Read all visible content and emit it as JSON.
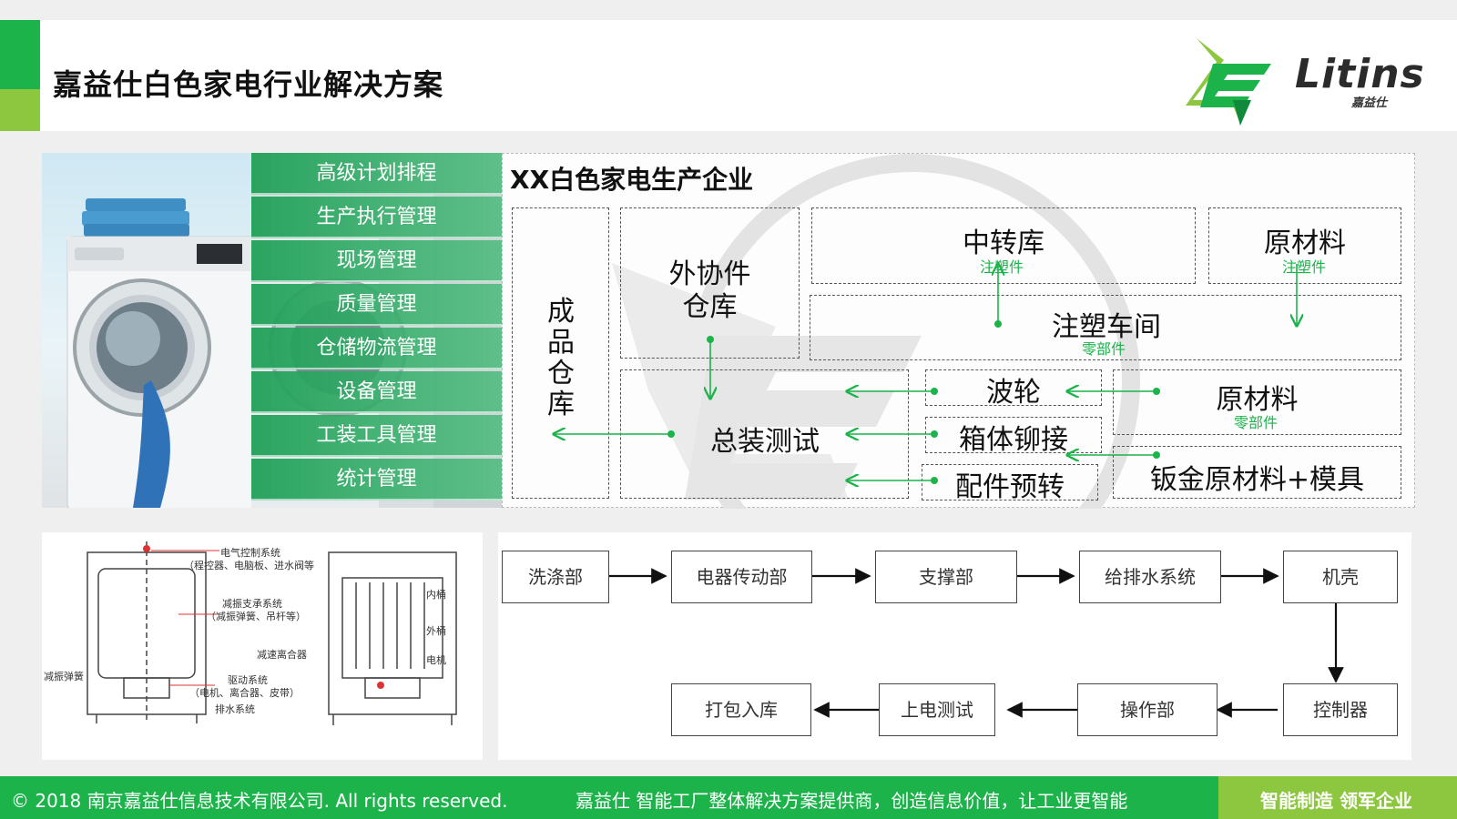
{
  "header": {
    "title": "嘉益仕白色家电行业解决方案"
  },
  "logo": {
    "word": "Litins",
    "sub": "嘉益仕",
    "icon": "litins-logo-icon"
  },
  "menu": {
    "items": [
      "高级计划排程",
      "生产执行管理",
      "现场管理",
      "质量管理",
      "仓储物流管理",
      "设备管理",
      "工装工具管理",
      "统计管理"
    ]
  },
  "diagram": {
    "title": "XX白色家电生产企业",
    "finished_warehouse": "成品仓库",
    "outsource_line1": "外协件",
    "outsource_line2": "仓库",
    "transfer_store": "中转库",
    "transfer_sub": "注塑件",
    "raw_material_top": "原材料",
    "raw_material_top_sub": "注塑件",
    "injection_workshop": "注塑车间",
    "injection_sub": "零部件",
    "assembly_test": "总装测试",
    "impeller": "波轮",
    "cabinet_riveting": "箱体铆接",
    "parts_prerotation": "配件预转",
    "raw_material_mid": "原材料",
    "raw_material_mid_sub": "零部件",
    "sheet_metal": "钣金原材料+模具",
    "arrow_color": "#1bb34a"
  },
  "drawing": {
    "labels": {
      "electrical": "电气控制系统",
      "electrical_sub": "（程控器、电脑板、进水阀等",
      "damping": "减振支承系统",
      "damping_sub": "（减振弹簧、吊杆等）",
      "drive": "驱动系统",
      "drive_sub": "（电机、离合器、皮带）",
      "drain": "排水系统",
      "spring": "减振弹簧",
      "clutch": "减速离合器",
      "inner": "内桶",
      "outer": "外桶",
      "motor": "电机"
    }
  },
  "flow": {
    "row1": [
      "洗涤部",
      "电器传动部",
      "支撑部",
      "给排水系统",
      "机壳"
    ],
    "row2": [
      "控制器",
      "操作部",
      "上电测试",
      "打包入库"
    ]
  },
  "footer": {
    "copyright": "© 2018 南京嘉益仕信息技术有限公司.  All rights reserved.",
    "slogan": "嘉益仕 智能工厂整体解决方案提供商，创造信息价值，让工业更智能",
    "motto": "智能制造 领军企业"
  }
}
